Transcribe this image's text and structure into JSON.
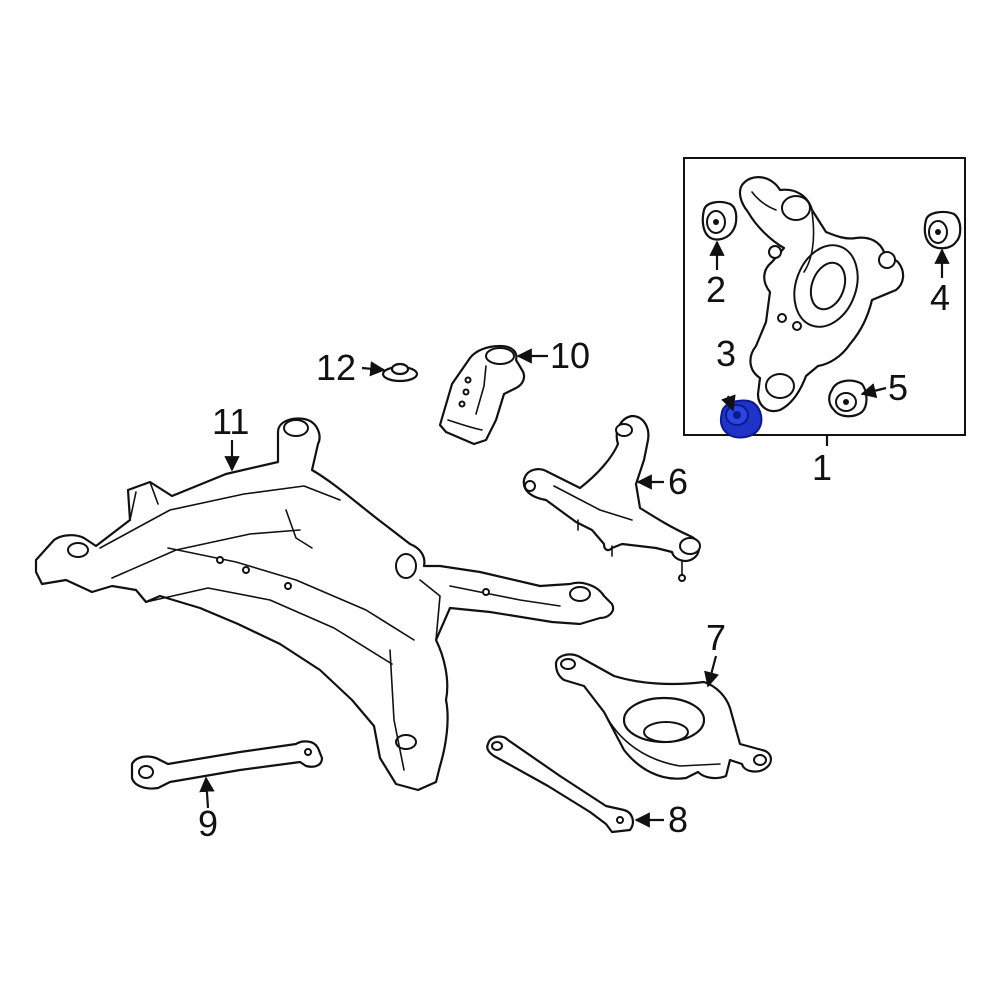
{
  "callouts": {
    "c1": "1",
    "c2": "2",
    "c3": "3",
    "c4": "4",
    "c5": "5",
    "c6": "6",
    "c7": "7",
    "c8": "8",
    "c9": "9",
    "c10": "10",
    "c11": "11",
    "c12": "12"
  },
  "colors": {
    "line": "#111111",
    "highlight": "#1f33c8",
    "highlight_dark": "#0d1a8a",
    "background": "#ffffff"
  },
  "highlighted_part": "3"
}
